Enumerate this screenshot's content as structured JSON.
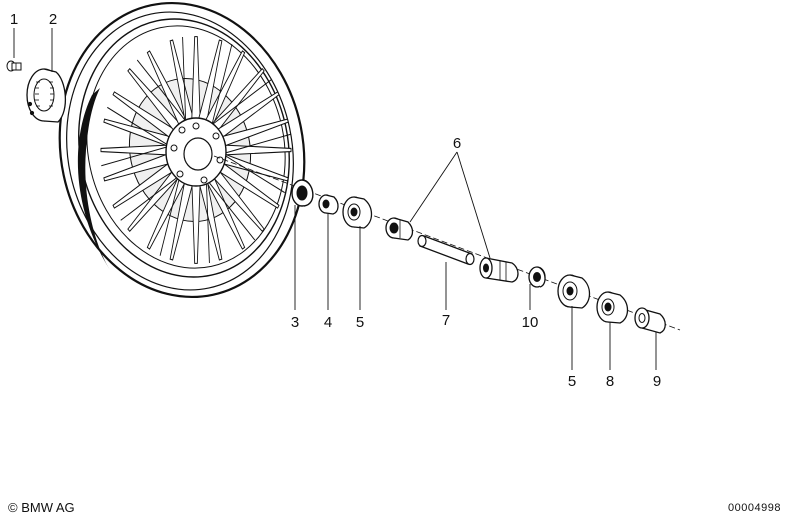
{
  "callouts": {
    "c1": "1",
    "c2": "2",
    "c3": "3",
    "c4": "4",
    "c5a": "5",
    "c6": "6",
    "c7": "7",
    "c10": "10",
    "c5b": "5",
    "c8": "8",
    "c9": "9"
  },
  "footer": {
    "copyright": "© BMW AG",
    "reference": "00004998"
  }
}
